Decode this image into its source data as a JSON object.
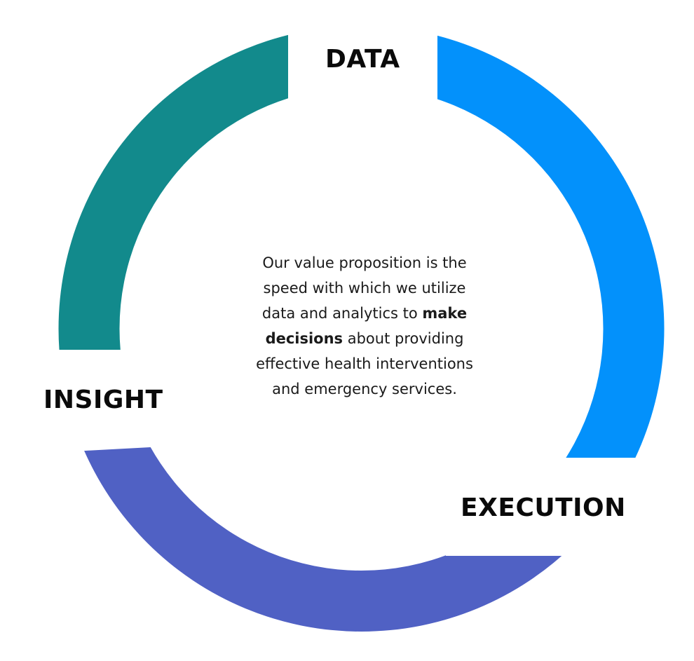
{
  "labels": {
    "data": "DATA",
    "execution": "EXECUTION",
    "insight": "INSIGHT"
  },
  "center_text": {
    "l1": "Our value proposition is the",
    "l2": "speed with which we utilize",
    "l3a": "data and analytics to ",
    "l3b": "make",
    "l4a": "decisions",
    "l4b": " about providing",
    "l5": "effective health interventions",
    "l6": "and emergency services."
  },
  "colors": {
    "data": "#0391fb",
    "execution": "#5061c4",
    "insight": "#128a8c"
  }
}
